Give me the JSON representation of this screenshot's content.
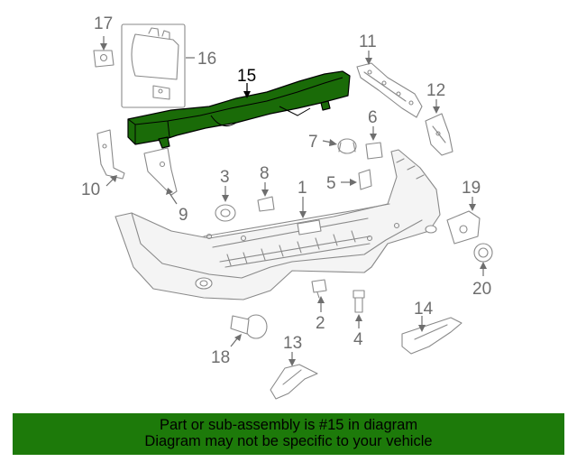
{
  "diagram": {
    "highlight_color": "#1d7a0a",
    "highlighted_part": "15",
    "callouts": {
      "p1": "1",
      "p2": "2",
      "p3": "3",
      "p4": "4",
      "p5": "5",
      "p6": "6",
      "p7": "7",
      "p8": "8",
      "p9": "9",
      "p10": "10",
      "p11": "11",
      "p12": "12",
      "p13": "13",
      "p14": "14",
      "p15": "15",
      "p16": "16",
      "p17": "17",
      "p18": "18",
      "p19": "19",
      "p20": "20"
    }
  },
  "banner": {
    "line1": "Part or sub-assembly is #15 in diagram",
    "line2": "Diagram may not be specific to your vehicle",
    "background": "#1d7a0a"
  }
}
